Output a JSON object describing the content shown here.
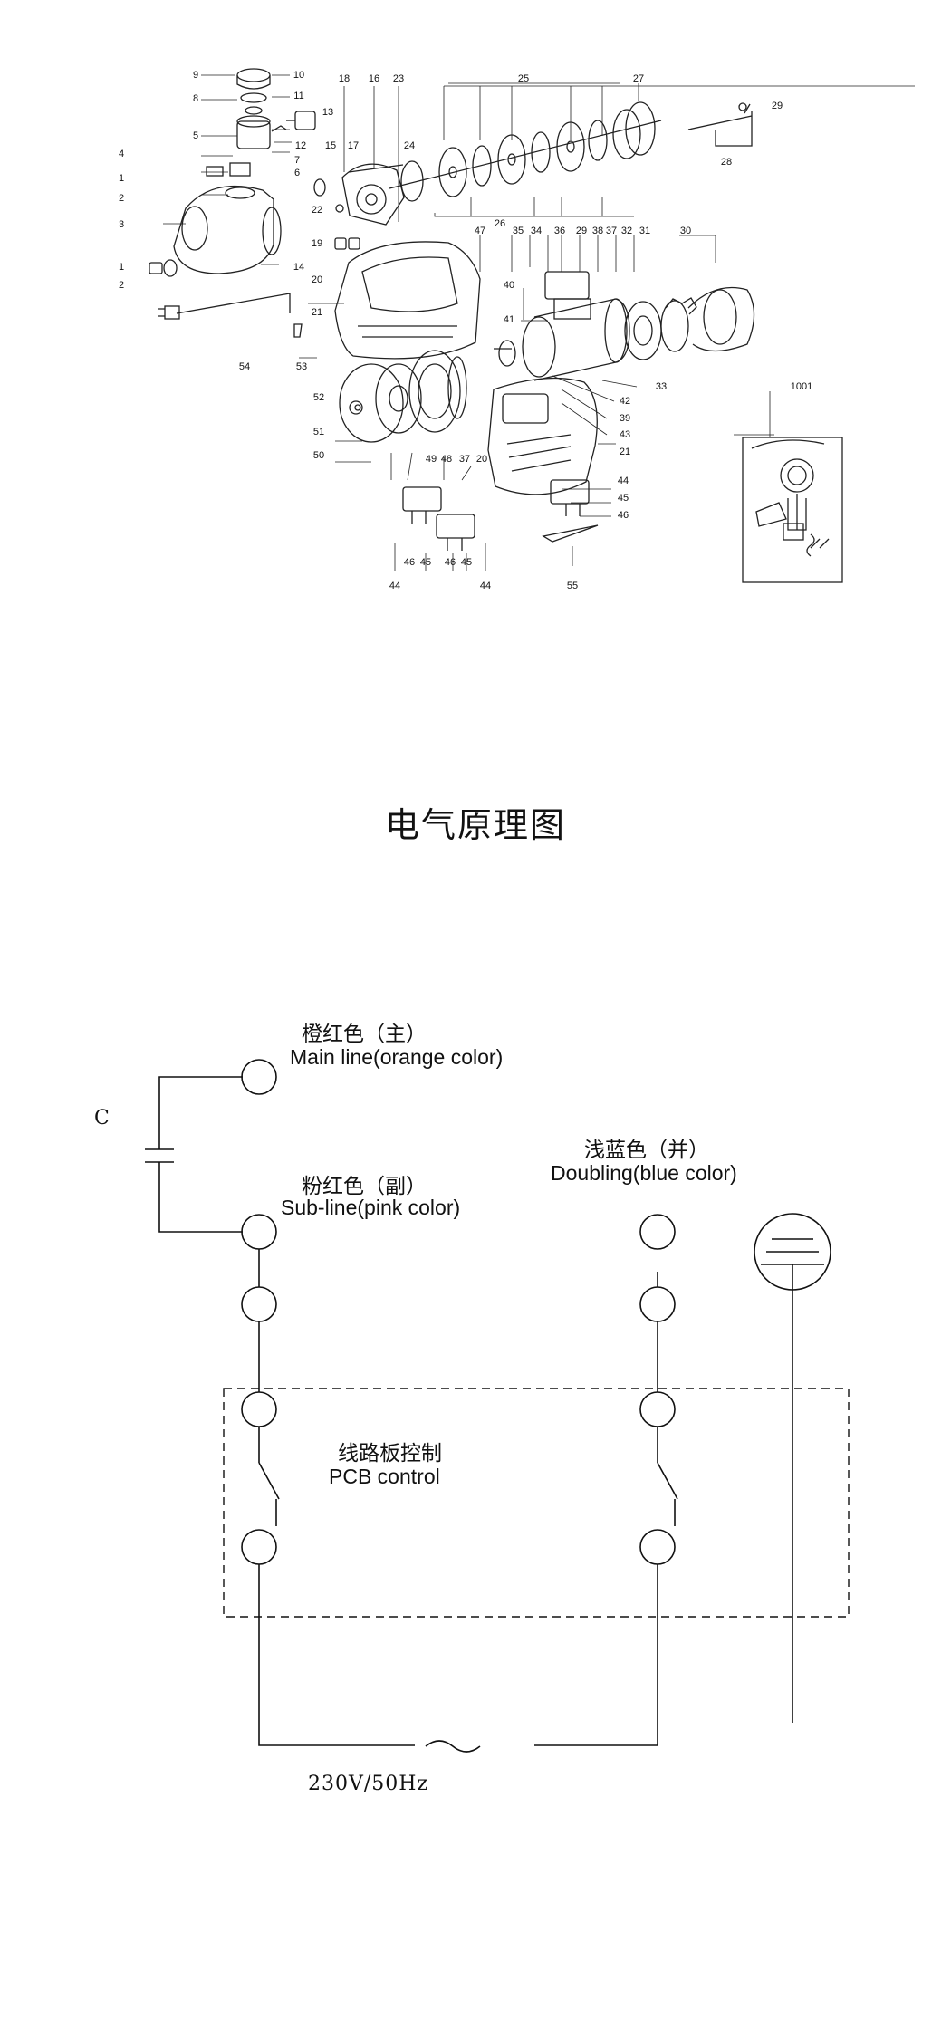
{
  "exploded_view": {
    "part_numbers": [
      "9",
      "10",
      "8",
      "11",
      "13",
      "5",
      "12",
      "7",
      "4",
      "6",
      "1",
      "2",
      "3",
      "14",
      "1",
      "2",
      "18",
      "16",
      "23",
      "15",
      "17",
      "22",
      "24",
      "25",
      "27",
      "29",
      "28",
      "26",
      "19",
      "20",
      "21",
      "47",
      "35",
      "34",
      "36",
      "29",
      "38",
      "37",
      "32",
      "31",
      "30",
      "40",
      "41",
      "33",
      "42",
      "39",
      "43",
      "21",
      "52",
      "51",
      "50",
      "49",
      "48",
      "37",
      "20",
      "44",
      "45",
      "46",
      "46",
      "45",
      "46",
      "45",
      "44",
      "44",
      "55",
      "54",
      "53",
      "1001"
    ]
  },
  "schematic": {
    "title": "电气原理图",
    "capacitor_label": "C",
    "main_line_cn": "橙红色（主）",
    "main_line_en": "Main line(orange color)",
    "sub_line_cn": "粉红色（副）",
    "sub_line_en": "Sub-line(pink color)",
    "doubling_cn": "浅蓝色（并）",
    "doubling_en": "Doubling(blue color)",
    "pcb_cn": "线路板控制",
    "pcb_en": "PCB control",
    "supply": "230V/50Hz"
  }
}
